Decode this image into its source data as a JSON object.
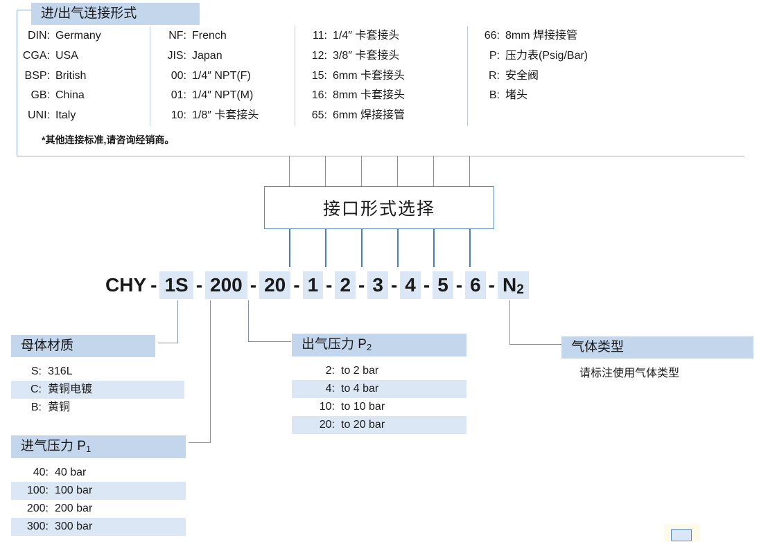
{
  "top_panel": {
    "title": "进/出气连接形式",
    "note": "*其他连接标准,请咨询经销商。",
    "columns": [
      {
        "items": [
          {
            "key": "DIN:",
            "value": "Germany"
          },
          {
            "key": "CGA:",
            "value": "USA"
          },
          {
            "key": "BSP:",
            "value": "British"
          },
          {
            "key": "GB:",
            "value": "China"
          },
          {
            "key": "UNI:",
            "value": "Italy"
          }
        ]
      },
      {
        "items": [
          {
            "key": "NF:",
            "value": "French"
          },
          {
            "key": "JIS:",
            "value": "Japan"
          },
          {
            "key": "00:",
            "value": "1/4″ NPT(F)"
          },
          {
            "key": "01:",
            "value": "1/4″ NPT(M)"
          },
          {
            "key": "10:",
            "value": "1/8″ 卡套接头"
          }
        ]
      },
      {
        "items": [
          {
            "key": "11:",
            "value": "1/4″ 卡套接头"
          },
          {
            "key": "12:",
            "value": "3/8″ 卡套接头"
          },
          {
            "key": "15:",
            "value": "6mm 卡套接头"
          },
          {
            "key": "16:",
            "value": "8mm 卡套接头"
          },
          {
            "key": "65:",
            "value": "6mm 焊接接管"
          }
        ]
      },
      {
        "items": [
          {
            "key": "66:",
            "value": "8mm 焊接接管"
          },
          {
            "key": "P:",
            "value": "压力表(Psig/Bar)"
          },
          {
            "key": "R:",
            "value": "安全阀"
          },
          {
            "key": "B:",
            "value": "堵头"
          }
        ]
      }
    ]
  },
  "center_box": {
    "label": "接口形式选择"
  },
  "model_code": {
    "parts": [
      {
        "text": "CHY",
        "style": "plain"
      },
      {
        "text": "-",
        "style": "dash"
      },
      {
        "text": "1S",
        "style": "seg"
      },
      {
        "text": "-",
        "style": "dash-tight"
      },
      {
        "text": "200",
        "style": "seg"
      },
      {
        "text": "-",
        "style": "dash-tight"
      },
      {
        "text": "20",
        "style": "seg"
      },
      {
        "text": "-",
        "style": "dash"
      },
      {
        "text": "1",
        "style": "seg"
      },
      {
        "text": "-",
        "style": "dash"
      },
      {
        "text": "2",
        "style": "seg"
      },
      {
        "text": "-",
        "style": "dash"
      },
      {
        "text": "3",
        "style": "seg"
      },
      {
        "text": "-",
        "style": "dash"
      },
      {
        "text": "4",
        "style": "seg"
      },
      {
        "text": "-",
        "style": "dash"
      },
      {
        "text": "5",
        "style": "seg"
      },
      {
        "text": "-",
        "style": "dash"
      },
      {
        "text": "6",
        "style": "seg"
      },
      {
        "text": "-",
        "style": "dash"
      },
      {
        "text": "N2",
        "style": "seg-sub"
      }
    ]
  },
  "material": {
    "title": "母体材质",
    "items": [
      {
        "key": "S:",
        "value": "316L",
        "shaded": false
      },
      {
        "key": "C:",
        "value": "黄铜电镀",
        "shaded": true
      },
      {
        "key": "B:",
        "value": "黄铜",
        "shaded": false
      }
    ]
  },
  "inlet_pressure": {
    "title": "进气压力 P1",
    "items": [
      {
        "key": "40:",
        "value": "40 bar",
        "shaded": false
      },
      {
        "key": "100:",
        "value": "100 bar",
        "shaded": true
      },
      {
        "key": "200:",
        "value": "200 bar",
        "shaded": false
      },
      {
        "key": "300:",
        "value": "300 bar",
        "shaded": true
      }
    ]
  },
  "outlet_pressure": {
    "title": "出气压力 P2",
    "items": [
      {
        "key": "2:",
        "value": "to 2 bar",
        "shaded": false
      },
      {
        "key": "4:",
        "value": "to 4 bar",
        "shaded": true
      },
      {
        "key": "10:",
        "value": "to 10 bar",
        "shaded": false
      },
      {
        "key": "20:",
        "value": "to 20 bar",
        "shaded": true
      }
    ]
  },
  "gas_type": {
    "title": "气体类型",
    "note": "请标注使用气体类型"
  },
  "colors": {
    "header_highlight": "#c3d6ec",
    "row_highlight": "#dce7f5",
    "box_border": "#5b8cc0",
    "connector_line": "#4a7fb5",
    "gray_line": "#7f8fa4",
    "text": "#1a1a1a"
  }
}
